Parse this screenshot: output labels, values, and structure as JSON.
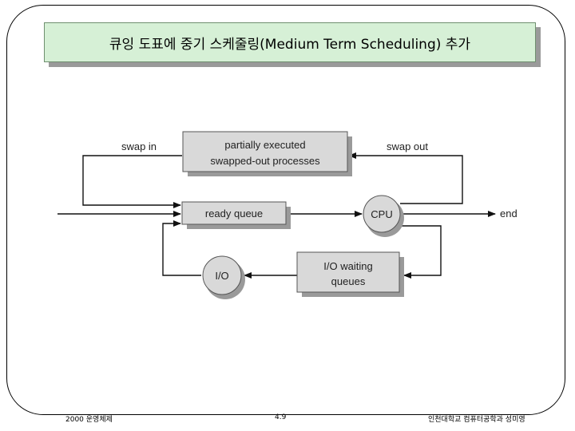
{
  "slide": {
    "title": "큐잉 도표에 중기 스케줄링(Medium Term Scheduling) 추가"
  },
  "diagram": {
    "swap_box_line1": "partially executed",
    "swap_box_line2": "swapped-out processes",
    "ready_queue": "ready queue",
    "cpu": "CPU",
    "io": "I/O",
    "io_waiting_line1": "I/O waiting",
    "io_waiting_line2": "queues",
    "swap_in": "swap in",
    "swap_out": "swap out",
    "end": "end"
  },
  "footer": {
    "left": "2000 운영체제",
    "page": "4.9",
    "right": "인천대학교 컴퓨터공학과 성미영"
  }
}
